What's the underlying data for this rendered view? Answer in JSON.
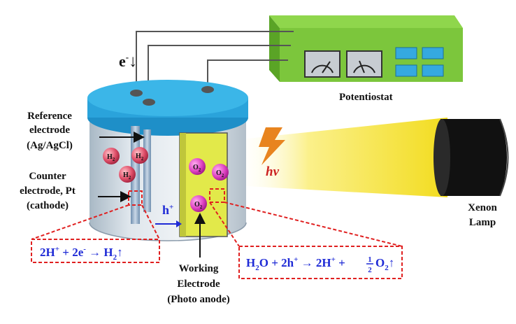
{
  "labels": {
    "electron": "e",
    "electron_sup": "-",
    "electron_arrow": "↓",
    "potentiostat": "Potentiostat",
    "reference": [
      "Reference",
      "electrode",
      "(Ag/AgCl)"
    ],
    "counter": [
      "Counter",
      "electrode, Pt",
      "(cathode)"
    ],
    "working": [
      "Working",
      "Electrode",
      "(Photo anode)"
    ],
    "xenon": [
      "Xenon",
      "Lamp"
    ],
    "light": "hv",
    "proton": "h",
    "proton_sup": "+"
  },
  "molecules": {
    "h2": {
      "base": "H",
      "sub": "2"
    },
    "o2": {
      "base": "O",
      "sub": "2"
    }
  },
  "equations": {
    "cathode": {
      "a": "2H",
      "a_sup": "+",
      "b": " + 2e",
      "b_sup": "-",
      "c": " → H",
      "c_sub": "2",
      "d": "↑"
    },
    "anode": {
      "a": "H",
      "a_sub": "2",
      "b": "O + 2h",
      "b_sup": "+",
      "c": " → 2H",
      "c_sup": "+",
      "d": " + ",
      "num": "1",
      "den": "2",
      "e": "O",
      "e_sub": "2",
      "f": "↑"
    }
  },
  "colors": {
    "potentiostat": "#7cc63c",
    "lid": "#3bb6e8",
    "photoanode": "#e2e94a",
    "molecule": "#e046c4",
    "light_beam": "#f5e23a",
    "equation_text": "#1f2bd6",
    "callout_border": "#e02020",
    "light_text": "#cc2222"
  }
}
